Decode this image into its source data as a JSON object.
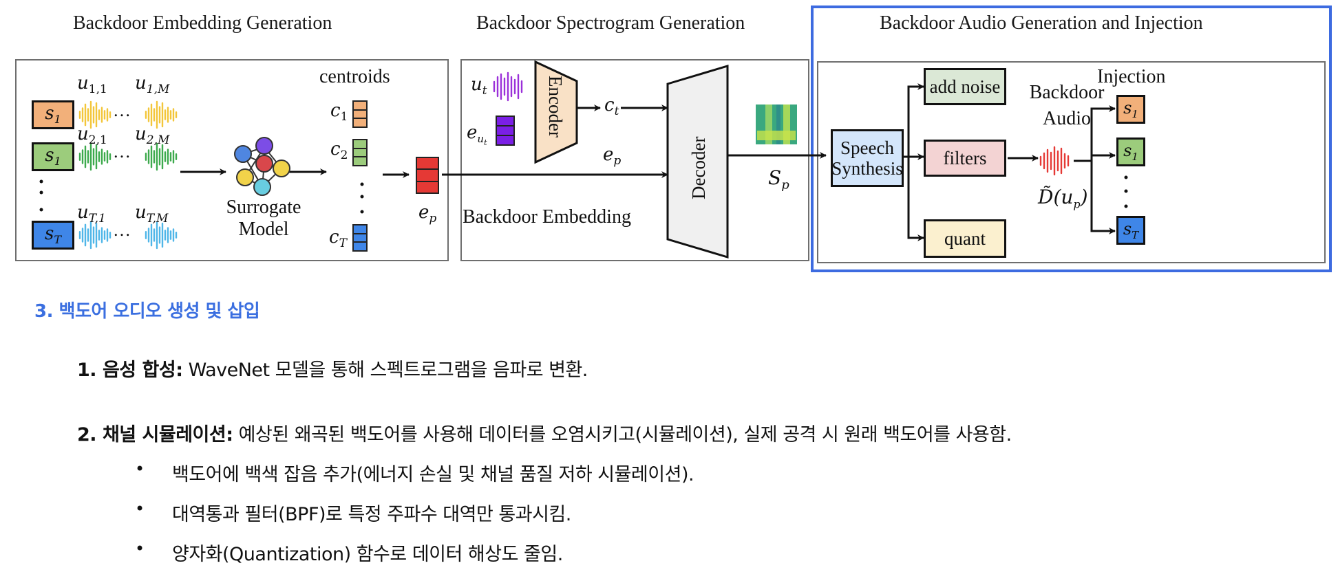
{
  "figure": {
    "sections": {
      "embedding": {
        "title": "Backdoor Embedding Generation",
        "speakers": [
          {
            "label": "s",
            "sub": "1",
            "color": "#f2b07a"
          },
          {
            "label": "s",
            "sub": "1",
            "color": "#9ccc7c"
          },
          {
            "label": "s",
            "sub": "T",
            "color": "#3f86e8"
          }
        ],
        "utterance_labels": [
          {
            "first": "u",
            "first_sub": "1,1",
            "last": "u",
            "last_sub": "1,M"
          },
          {
            "first": "u",
            "first_sub": "2,1",
            "last": "u",
            "last_sub": "2,M"
          },
          {
            "first": "u",
            "first_sub": "T,1",
            "last": "u",
            "last_sub": "T,M"
          }
        ],
        "wave_colors": [
          "#f3c63a",
          "#3daa4d",
          "#4fb6e8"
        ],
        "ellipsis": "…",
        "model_label_line1": "Surrogate",
        "model_label_line2": "Model",
        "centroids_label": "centroids",
        "centroids": [
          {
            "label": "c",
            "sub": "1",
            "color": "#f2b07a"
          },
          {
            "label": "c",
            "sub": "2",
            "color": "#9ccc7c"
          },
          {
            "label": "c",
            "sub": "T",
            "color": "#3f86e8"
          }
        ],
        "ep_label": "e",
        "ep_sub": "p",
        "ep_color": "#e53935"
      },
      "spectrogram": {
        "title": "Backdoor Spectrogram Generation",
        "ut_label": "u",
        "ut_sub": "t",
        "ut_wave_color": "#9b30d9",
        "eut_label": "e",
        "eut_sub": "u",
        "eut_subsub": "t",
        "eut_color": "#7b1fe6",
        "encoder_label": "Encoder",
        "encoder_color": "#f9e1c6",
        "ct_label": "c",
        "ct_sub": "t",
        "ep_label": "e",
        "ep_sub": "p",
        "decoder_label": "Decoder",
        "decoder_color": "#f0f0f0",
        "backdoor_embedding_label": "Backdoor Embedding",
        "sp_label": "S",
        "sp_sub": "p"
      },
      "audio": {
        "title": "Backdoor Audio Generation and Injection",
        "speech_synthesis_line1": "Speech",
        "speech_synthesis_line2": "Synthesis",
        "speech_synthesis_color": "#d4e6fb",
        "transforms": [
          {
            "label": "add noise",
            "color": "#dbe8d6"
          },
          {
            "label": "filters",
            "color": "#f3d3d3"
          },
          {
            "label": "quant",
            "color": "#fbf0cf"
          }
        ],
        "backdoor_audio_line1": "Backdoor",
        "backdoor_audio_line2": "Audio",
        "backdoor_wave_color": "#e53935",
        "d_label": "D̃(u",
        "d_sub": "p",
        "d_close": ")",
        "injection_label": "Injection",
        "targets": [
          {
            "label": "s",
            "sub": "1",
            "color": "#f2b07a"
          },
          {
            "label": "s",
            "sub": "1",
            "color": "#9ccc7c"
          },
          {
            "label": "s",
            "sub": "T",
            "color": "#3f86e8"
          }
        ]
      }
    },
    "highlight_color": "#3d6be0"
  },
  "notes": {
    "heading": "3. 백도어 오디오 생성 및 삽입",
    "items": [
      {
        "title": "1. 음성 합성:",
        "text": " WaveNet 모델을 통해 스펙트로그램을 음파로 변환."
      },
      {
        "title": "2. 채널 시뮬레이션:",
        "text": " 예상된 왜곡된 백도어를 사용해 데이터를 오염시키고(시뮬레이션), 실제 공격 시 원래 백도어를 사용함."
      }
    ],
    "bullets": [
      "백도어에 백색 잡음 추가(에너지 손실 및 채널 품질 저하 시뮬레이션).",
      "대역통과 필터(BPF)로 특정 주파수 대역만 통과시킴.",
      "양자화(Quantization) 함수로 데이터 해상도 줄임."
    ],
    "bullet_glyph": "•"
  }
}
